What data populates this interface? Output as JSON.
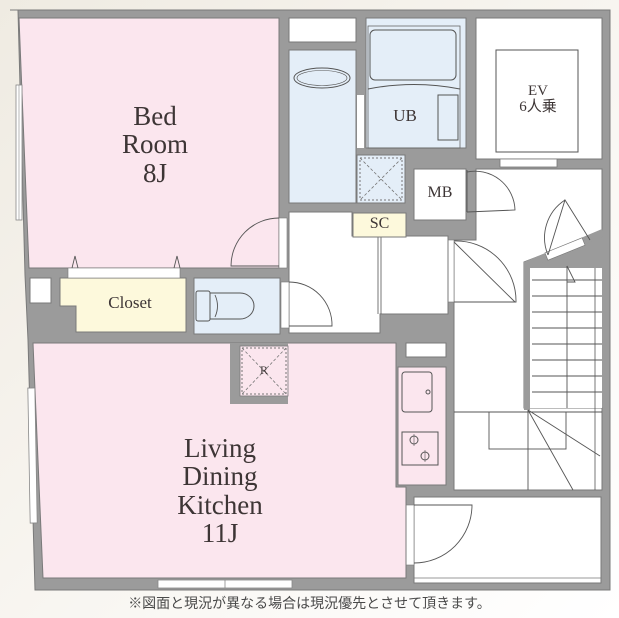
{
  "floor_plan": {
    "colors": {
      "wall": "#9b9b9b",
      "wall_edge": "#7a7a7a",
      "bedroom_fill": "#fbe6ee",
      "ldk_fill": "#fbe6ee",
      "closet_fill": "#fdf9dc",
      "wet_area_fill": "#e4eef8",
      "common_fill": "#ffffff",
      "line": "#555555"
    },
    "rooms": {
      "bedroom": {
        "line1": "Bed",
        "line2": "Room",
        "size": "8J"
      },
      "ldk": {
        "line1": "Living",
        "line2": "Dining",
        "line3": "Kitchen",
        "size": "11J"
      },
      "closet": {
        "label": "Closet"
      },
      "unit_bath": {
        "label": "UB"
      },
      "elevator": {
        "line1": "EV",
        "line2": "6人乗"
      },
      "meter_box": {
        "label": "MB"
      },
      "shoe_cabinet": {
        "label": "SC"
      },
      "refrigerator": {
        "label": "R"
      }
    },
    "note": "※図面と現況が異なる場合は現況優先とさせて頂きます。"
  }
}
